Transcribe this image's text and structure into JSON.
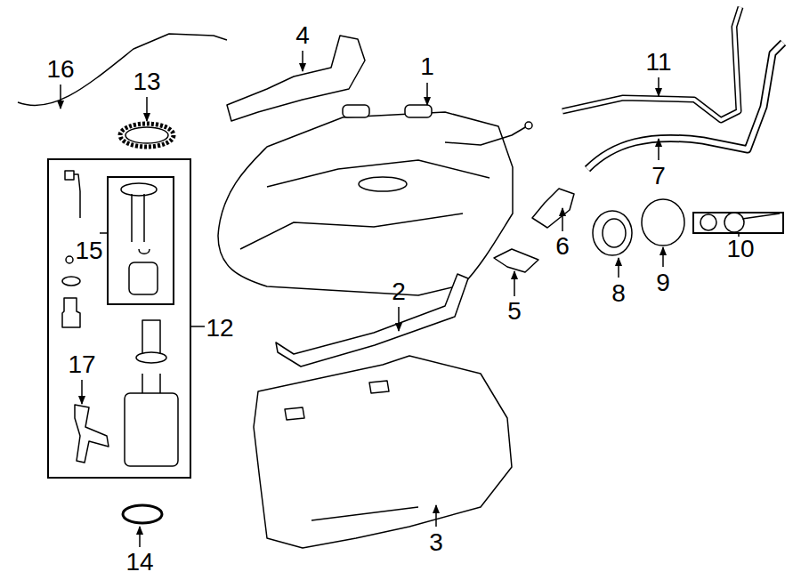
{
  "diagram": {
    "nodes": [
      {
        "text": [
          "12"
        ]
      },
      {
        "text": [
          "15"
        ],
        "in": 0
      },
      {
        "text": [
          "10"
        ]
      }
    ],
    "labels": [
      "1",
      "2",
      "3",
      "4",
      "5",
      "6",
      "7",
      "8",
      "9",
      "11",
      "13",
      "14",
      "16",
      "17"
    ]
  }
}
